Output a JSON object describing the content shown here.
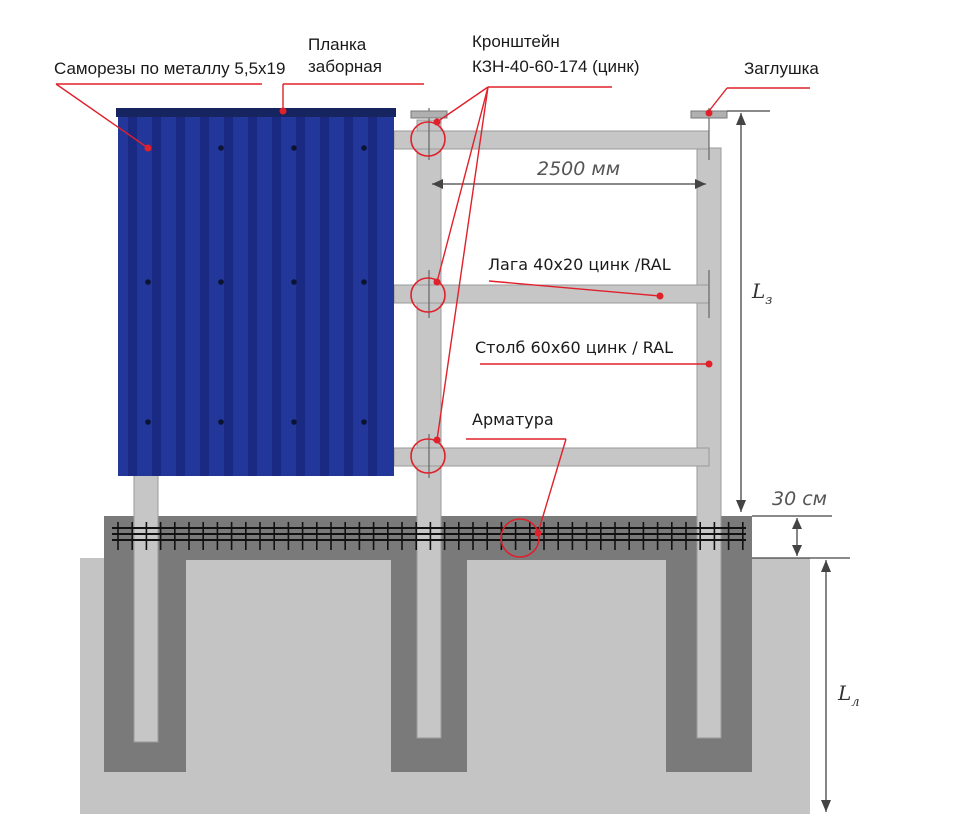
{
  "labels": {
    "screws": "Саморезы по металлу 5,5х19",
    "strip_line1": "Планка",
    "strip_line2": "заборная",
    "bracket_line1": "Кронштейн",
    "bracket_line2": "КЗН-40-60-174 (цинк)",
    "cap": "Заглушка",
    "rail": "Лага 40х20 цинк /RAL",
    "post": "Столб 60х60 цинк / RAL",
    "rebar": "Арматура"
  },
  "dimensions": {
    "span": "2500 мм",
    "foundation_depth": "30 см",
    "above_ground": "L",
    "above_ground_sub": "з",
    "below_ground": "L",
    "below_ground_sub": "л"
  },
  "colors": {
    "sheet": "#23379a",
    "sheet_dark": "#1a2a82",
    "strip": "#16255f",
    "post": "#c6c6c6",
    "ground": "#c4c4c4",
    "concrete": "#7a7a7a",
    "rebar": "#111111",
    "callout": "#e0202a",
    "dimension": "#444444"
  }
}
